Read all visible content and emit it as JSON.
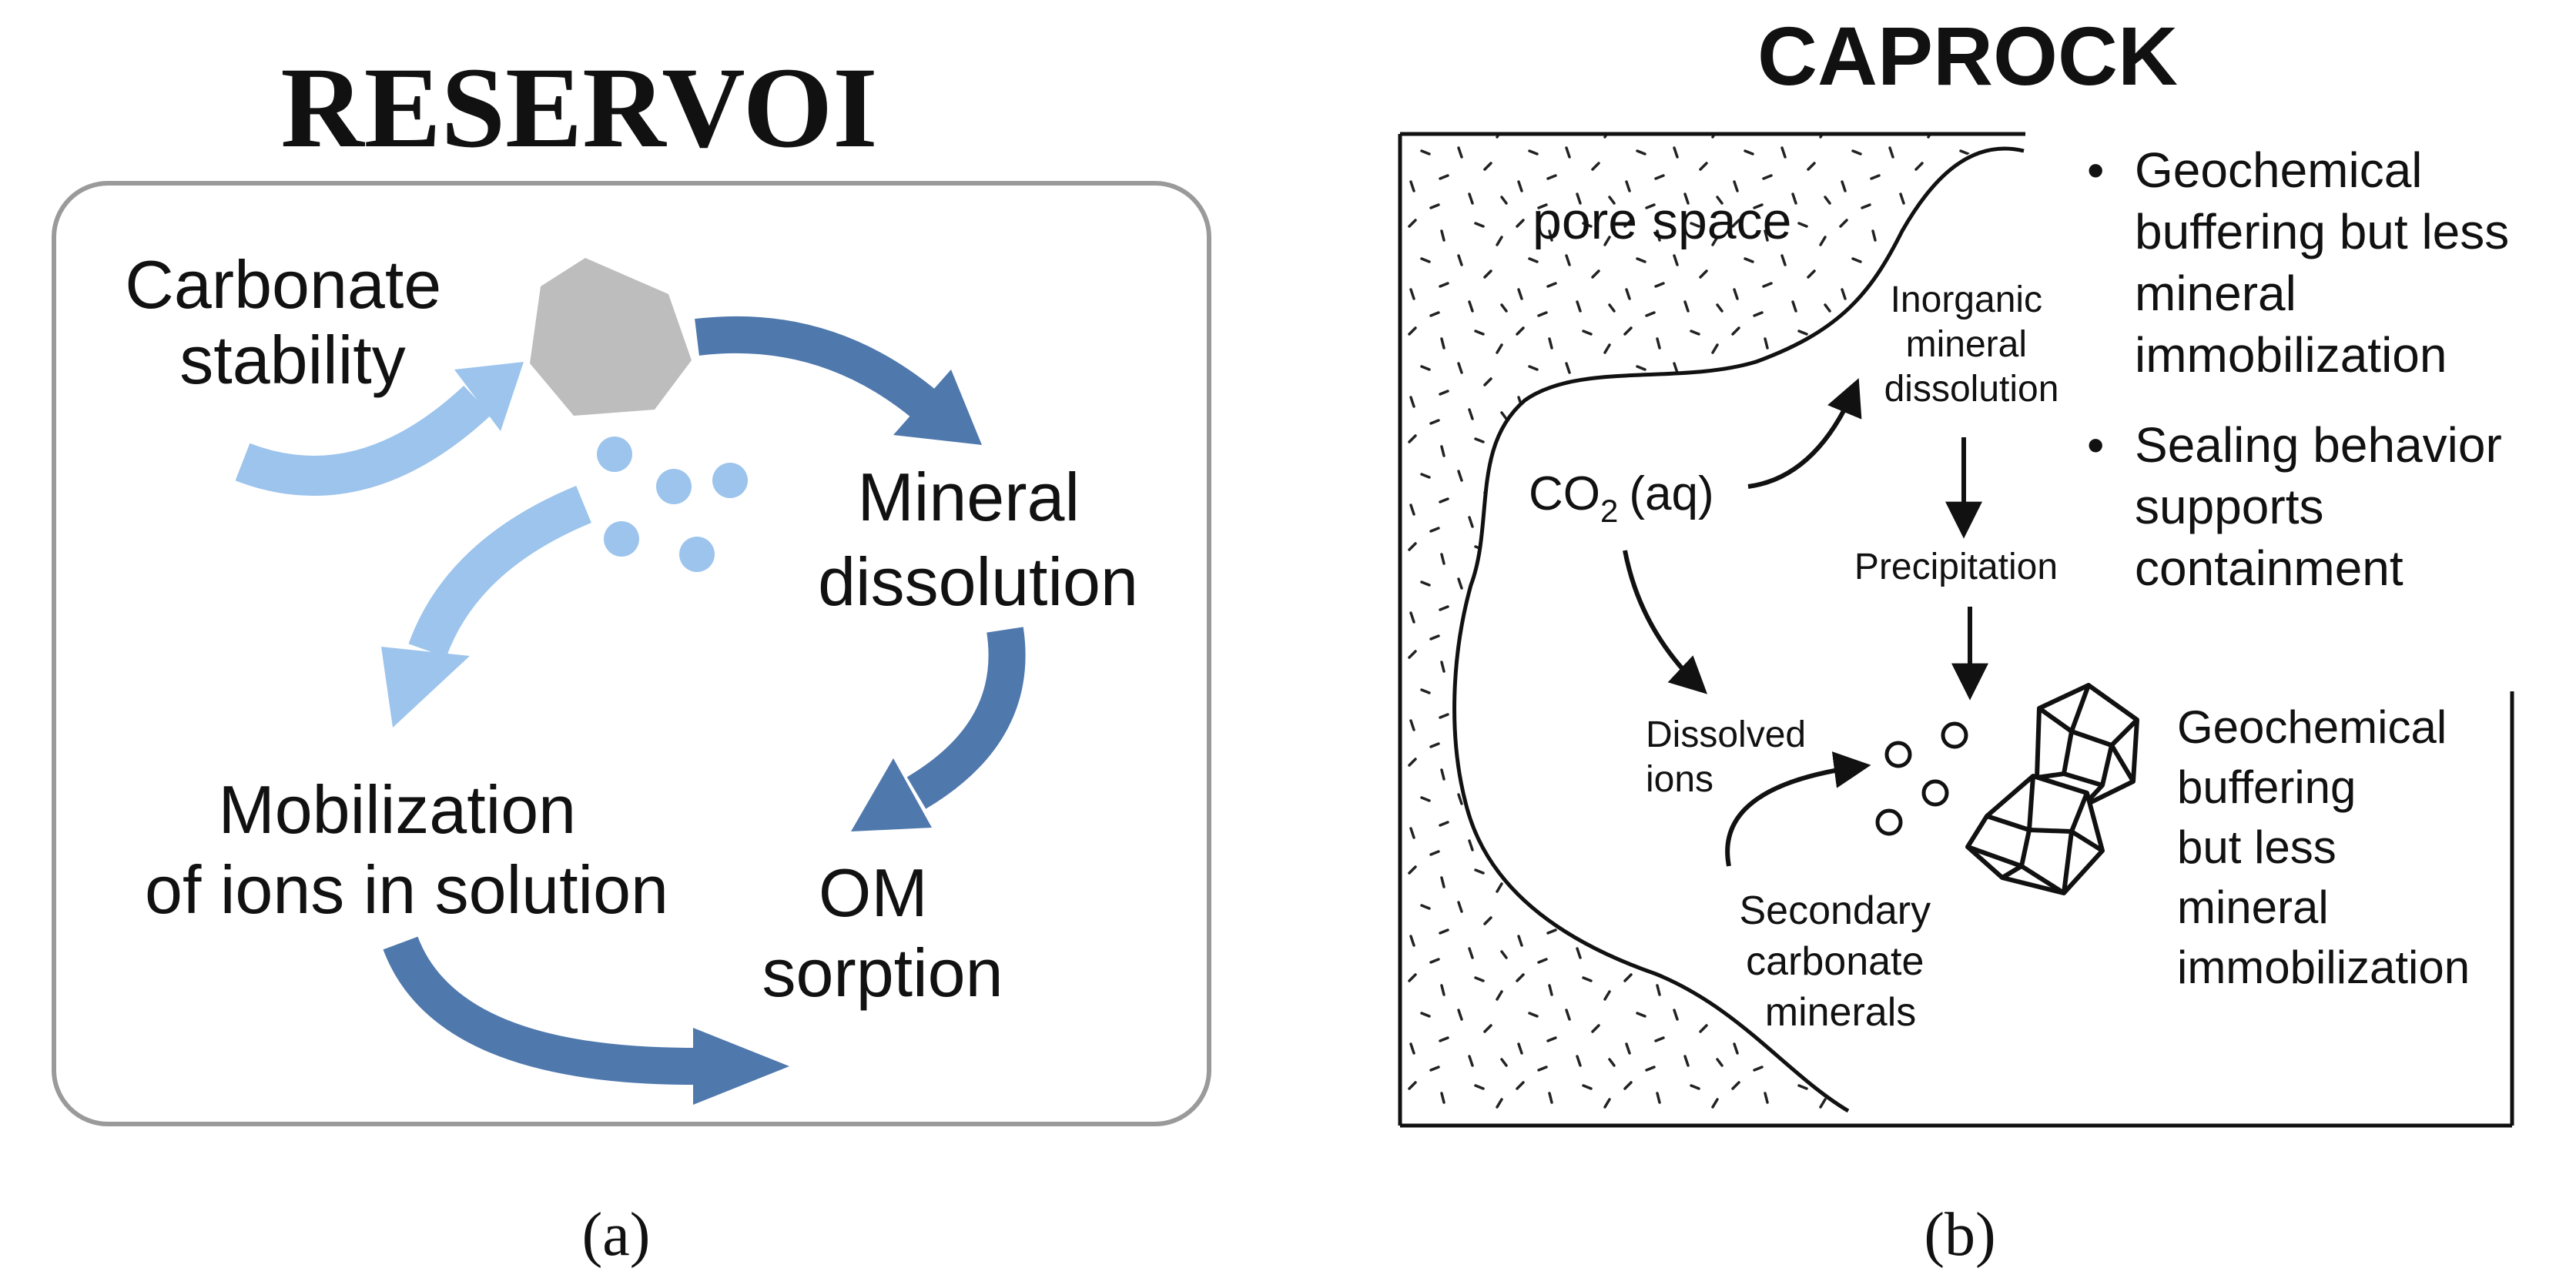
{
  "panel_a": {
    "title": "RESERVOI",
    "caption": "(a)",
    "label_carbonate_1": "Carbonate",
    "label_carbonate_2": "stability",
    "label_mineral_1": "Mineral",
    "label_mineral_2": "dissolution",
    "label_mobil_1": "Mobilization",
    "label_mobil_2": "of ions in solution",
    "label_om_1": "OM",
    "label_om_2": "sorption",
    "colors": {
      "dark_arrow": "#4f78ad",
      "light_arrow": "#9cc4ec",
      "rock": "#bdbdbd",
      "dots": "#9cc4ec",
      "frame": "#9a9a9a"
    }
  },
  "panel_b": {
    "title": "CAPROCK",
    "caption": "(b)",
    "pore_space": "pore space",
    "co2_main": "CO",
    "co2_sub": "2",
    "co2_suffix": "(aq)",
    "inorganic_1": "Inorganic",
    "inorganic_2": "mineral",
    "inorganic_3": "dissolution",
    "precipitation": "Precipitation",
    "dissolved_1": "Dissolved",
    "dissolved_2": "ions",
    "secondary_1": "Secondary",
    "secondary_2": "carbonate",
    "secondary_3": "minerals",
    "bullets": [
      {
        "l1": "Geochemical",
        "l2": "buffering but less",
        "l3": "mineral",
        "l4": "immobilization"
      },
      {
        "l1": "Sealing behavior",
        "l2": "supports",
        "l3": "containment"
      }
    ],
    "side_note": {
      "l1": "Geochemical",
      "l2": "buffering",
      "l3": "but less",
      "l4": "mineral",
      "l5": "immobilization"
    },
    "bullet_glyph": "•"
  }
}
